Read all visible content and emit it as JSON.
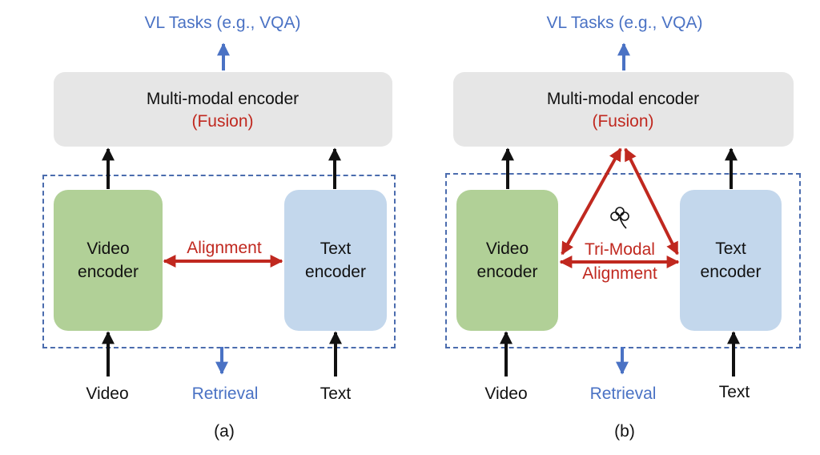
{
  "panels": [
    {
      "id": "a",
      "task_label": "VL Tasks (e.g., VQA)",
      "fusion_title": "Multi-modal encoder",
      "fusion_subtitle": "(Fusion)",
      "video_encoder": [
        "Video",
        "encoder"
      ],
      "text_encoder": [
        "Text",
        "encoder"
      ],
      "alignment_label": "Alignment",
      "inputs": {
        "video": "Video",
        "text": "Text"
      },
      "retrieval_label": "Retrieval",
      "caption": "(a)"
    },
    {
      "id": "b",
      "task_label": "VL Tasks (e.g., VQA)",
      "fusion_title": "Multi-modal encoder",
      "fusion_subtitle": "(Fusion)",
      "video_encoder": [
        "Video",
        "encoder"
      ],
      "text_encoder": [
        "Text",
        "encoder"
      ],
      "alignment_label": [
        "Tri-Modal",
        "Alignment"
      ],
      "icon": "shamrock-icon",
      "inputs": {
        "video": "Video",
        "text": "Text"
      },
      "retrieval_label": "Retrieval",
      "caption": "(b)"
    }
  ],
  "colors": {
    "task_blue": "#4a72c4",
    "alignment_red": "#c0281f",
    "video_encoder_green": "#b1d097",
    "text_encoder_blue": "#c3d7ec",
    "fusion_gray": "#e6e6e6",
    "dashed_border": "#4b6cae"
  }
}
